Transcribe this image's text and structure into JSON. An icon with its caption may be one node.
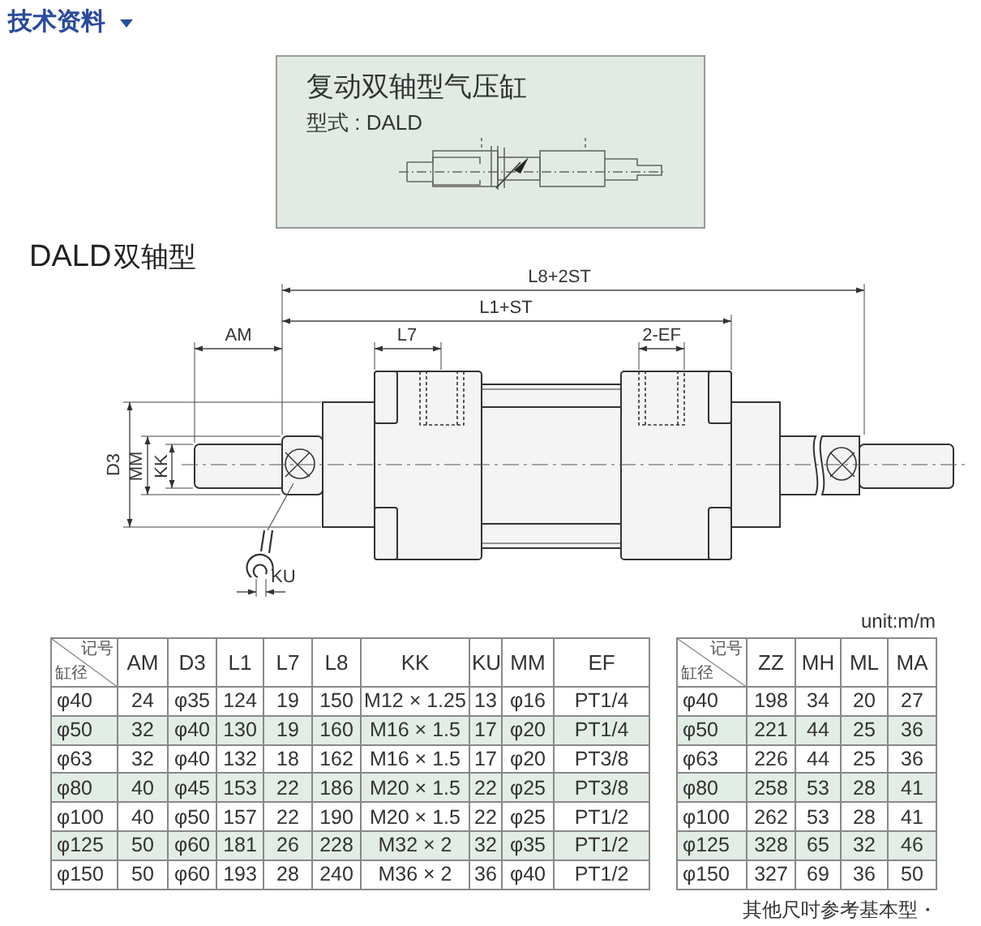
{
  "diagram": {
    "title": "技术资料",
    "nodes": [
      {
        "text": [
          "复动双轴型气压缸",
          "型式 : DALD"
        ]
      }
    ],
    "labels": [
      "DALD",
      "双轴型",
      "L8+2ST",
      "L1+ST",
      "AM",
      "L7",
      "2-EF",
      "D3",
      "MM",
      "KK",
      "KU",
      "unit:m/m",
      "记号",
      "缸径",
      "AM",
      "D3",
      "L1",
      "L7",
      "L8",
      "KK",
      "KU",
      "MM",
      "EF",
      "φ40",
      "24",
      "φ35",
      "124",
      "19",
      "150",
      "M12 × 1.25",
      "13",
      "φ16",
      "PT1/4",
      "φ50",
      "32",
      "φ40",
      "130",
      "19",
      "160",
      "M16 × 1.5",
      "17",
      "φ20",
      "PT1/4",
      "φ63",
      "32",
      "φ40",
      "132",
      "18",
      "162",
      "M16 × 1.5",
      "17",
      "φ20",
      "PT3/8",
      "φ80",
      "40",
      "φ45",
      "153",
      "22",
      "186",
      "M20 × 1.5",
      "22",
      "φ25",
      "PT3/8",
      "φ100",
      "40",
      "φ50",
      "157",
      "22",
      "190",
      "M20 × 1.5",
      "22",
      "φ25",
      "PT1/2",
      "φ125",
      "50",
      "φ60",
      "181",
      "26",
      "228",
      "M32 × 2",
      "32",
      "φ35",
      "PT1/2",
      "φ150",
      "50",
      "φ60",
      "193",
      "28",
      "240",
      "M36 × 2",
      "36",
      "φ40",
      "PT1/2",
      "记号",
      "缸径",
      "ZZ",
      "MH",
      "ML",
      "MA",
      "φ40",
      "198",
      "34",
      "20",
      "27",
      "φ50",
      "221",
      "44",
      "25",
      "36",
      "φ63",
      "226",
      "44",
      "25",
      "36",
      "φ80",
      "258",
      "53",
      "28",
      "41",
      "φ100",
      "262",
      "53",
      "28",
      "41",
      "φ125",
      "328",
      "65",
      "32",
      "46",
      "φ150",
      "327",
      "69",
      "36",
      "50",
      "其他尺吋参考基本型・"
    ]
  }
}
